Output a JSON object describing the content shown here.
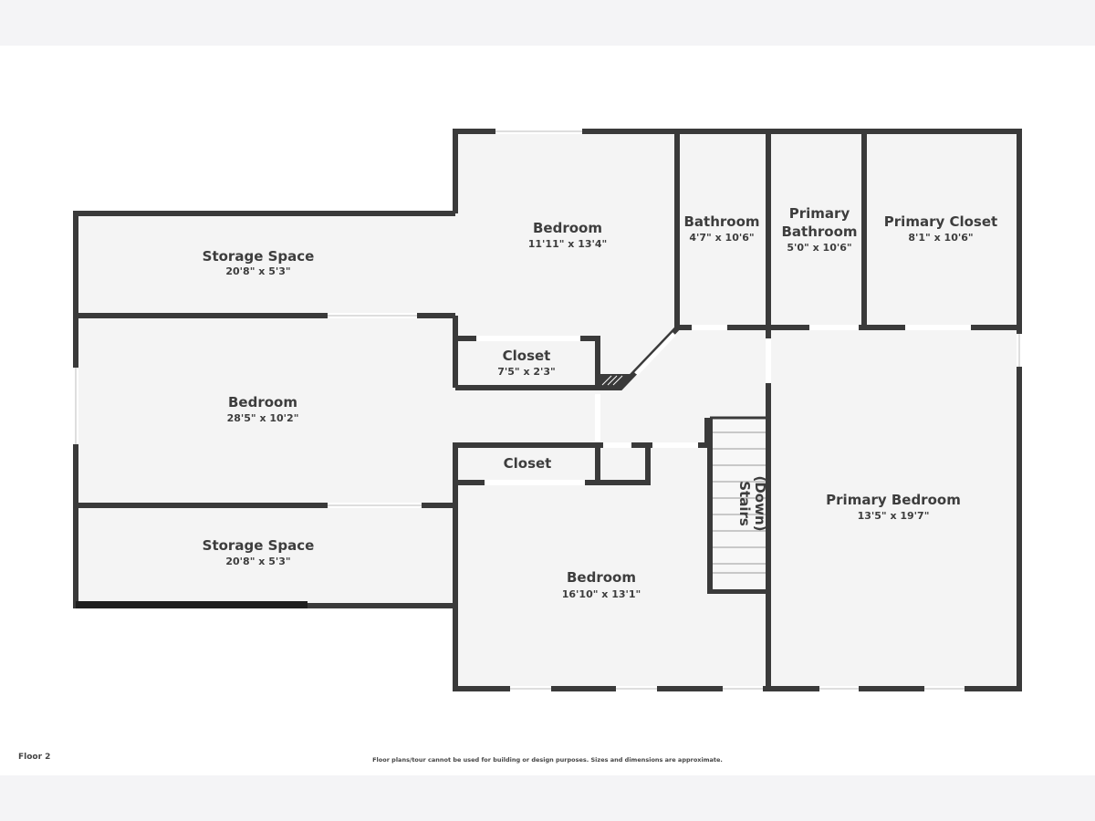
{
  "floor_label": "Floor 2",
  "disclaimer": "Floor plans/tour cannot be used for building or design purposes. Sizes and dimensions are approximate.",
  "colors": {
    "wall": "#3a3a3a",
    "room": "#f4f4f4",
    "background": "#ffffff"
  },
  "rooms": {
    "storage_top": {
      "name": "Storage Space",
      "dims": "20'8\" x 5'3\""
    },
    "bedroom_left": {
      "name": "Bedroom",
      "dims": "28'5\" x 10'2\""
    },
    "storage_bottom": {
      "name": "Storage Space",
      "dims": "20'8\" x 5'3\""
    },
    "bedroom_top": {
      "name": "Bedroom",
      "dims": "11'11\" x 13'4\""
    },
    "closet_upper": {
      "name": "Closet",
      "dims": "7'5\" x 2'3\""
    },
    "closet_lower": {
      "name": "Closet",
      "dims": ""
    },
    "bedroom_bottom": {
      "name": "Bedroom",
      "dims": "16'10\" x 13'1\""
    },
    "bathroom": {
      "name": "Bathroom",
      "dims": "4'7\" x 10'6\""
    },
    "primary_bathroom": {
      "name_line1": "Primary",
      "name_line2": "Bathroom",
      "dims": "5'0\" x 10'6\""
    },
    "primary_closet": {
      "name": "Primary Closet",
      "dims": "8'1\" x 10'6\""
    },
    "primary_bedroom": {
      "name": "Primary Bedroom",
      "dims": "13'5\" x 19'7\""
    },
    "stairs": {
      "line1": "Stairs",
      "line2": "(Down)"
    }
  }
}
